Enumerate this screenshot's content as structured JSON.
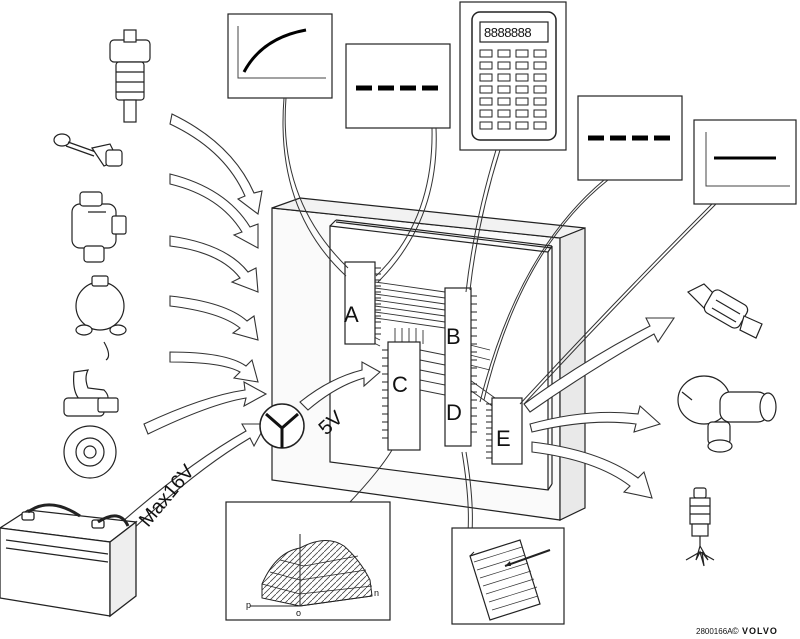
{
  "diagram": {
    "chip_labels": {
      "a": "A",
      "b": "B",
      "c": "C",
      "d": "D",
      "e": "E"
    },
    "voltage_in_label": "Max16V",
    "voltage_out_label": "5V",
    "graph_axis_labels": {
      "p": "p",
      "o": "o",
      "n": "n"
    },
    "calculator_display": "8888888",
    "footer": {
      "code": "2800166A",
      "copyright": "©",
      "brand": "VOLVO"
    }
  }
}
